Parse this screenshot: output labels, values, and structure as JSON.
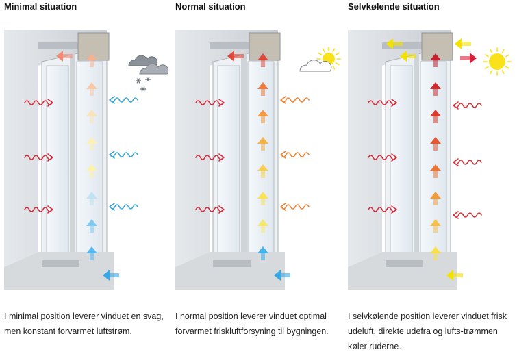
{
  "panels": [
    {
      "title": "Minimal situation",
      "description": "I minimal position leverer vinduet en svag, men konstant forvarmet luftstrøm.",
      "weather": "cloud-snow-icon",
      "arrow_colors": [
        "#f6b18e",
        "#f7c9a8",
        "#f9e3b8",
        "#fbf0b5",
        "#fbf3a8",
        "#bfe3f2",
        "#7fcbf0",
        "#59b8ee"
      ],
      "top_outlet_color": "#f48a72",
      "bottom_inlet_color": "#35a8e8",
      "outside_wave_color": "#3aa6dc"
    },
    {
      "title": "Normal situation",
      "description": "I normal position leverer vinduet optimal forvarmet friskluftforsyning til bygningen.",
      "weather": "cloud-sun-icon",
      "arrow_colors": [
        "#e2483a",
        "#ee7a3d",
        "#f39a44",
        "#f5b44a",
        "#f7cf4f",
        "#f8e25a",
        "#f5e86d",
        "#44b3ee"
      ],
      "top_outlet_color": "#e2483a",
      "bottom_inlet_color": "#35a8e8",
      "outside_wave_color": "#ef8434"
    },
    {
      "title": "Selvkølende situation",
      "description": "I selvkølende position leverer vinduet frisk udeluft, direkte udefra og lufts-trømmen køler ruderne.",
      "weather": "sun-icon",
      "arrow_colors": [
        "#c81f2c",
        "#d22a2c",
        "#dc3a2c",
        "#e55632",
        "#ec7535",
        "#f19a3c",
        "#f6c04a",
        "#f8e04d"
      ],
      "top_outlet_color": "#f3e100",
      "bottom_inlet_color": "#f3e100",
      "outside_wave_color": "#d8333b"
    }
  ],
  "colors": {
    "inside_wave": "#d82a3a",
    "frame": "#d5d8dc",
    "wall": "#b9bec4",
    "sun": "#f9e21a"
  }
}
